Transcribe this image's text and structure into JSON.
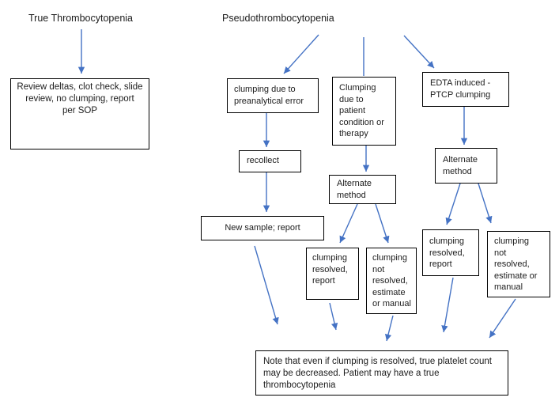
{
  "colors": {
    "arrow": "#4472C4",
    "border": "#000000",
    "text": "#1c1c1c",
    "background": "#ffffff"
  },
  "headings": {
    "true_branch": "True Thrombocytopenia",
    "pseudo_branch": "Pseudothrombocytopenia"
  },
  "boxes": {
    "review": "Review deltas, clot check, slide\nreview, no clumping, report\nper SOP",
    "preanalytical": "clumping due to\npreanalytical error",
    "patient": "Clumping\ndue to\npatient\ncondition or\ntherapy",
    "edta": "EDTA induced -\nPTCP clumping",
    "recollect": "recollect",
    "alternate_mid": "Alternate\nmethod",
    "alternate_right": "Alternate\nmethod",
    "new_sample": "New sample; report",
    "resolved_mid": "clumping\nresolved,\nreport",
    "not_resolved_mid": "clumping\nnot\nresolved,\nestimate\nor manual",
    "resolved_right": "clumping\nresolved,\nreport",
    "not_resolved_right": "clumping\nnot\nresolved,\nestimate or\nmanual",
    "note": "Note that even if clumping is resolved, true platelet count\nmay be decreased. Patient may have a true\nthrombocytopenia"
  }
}
